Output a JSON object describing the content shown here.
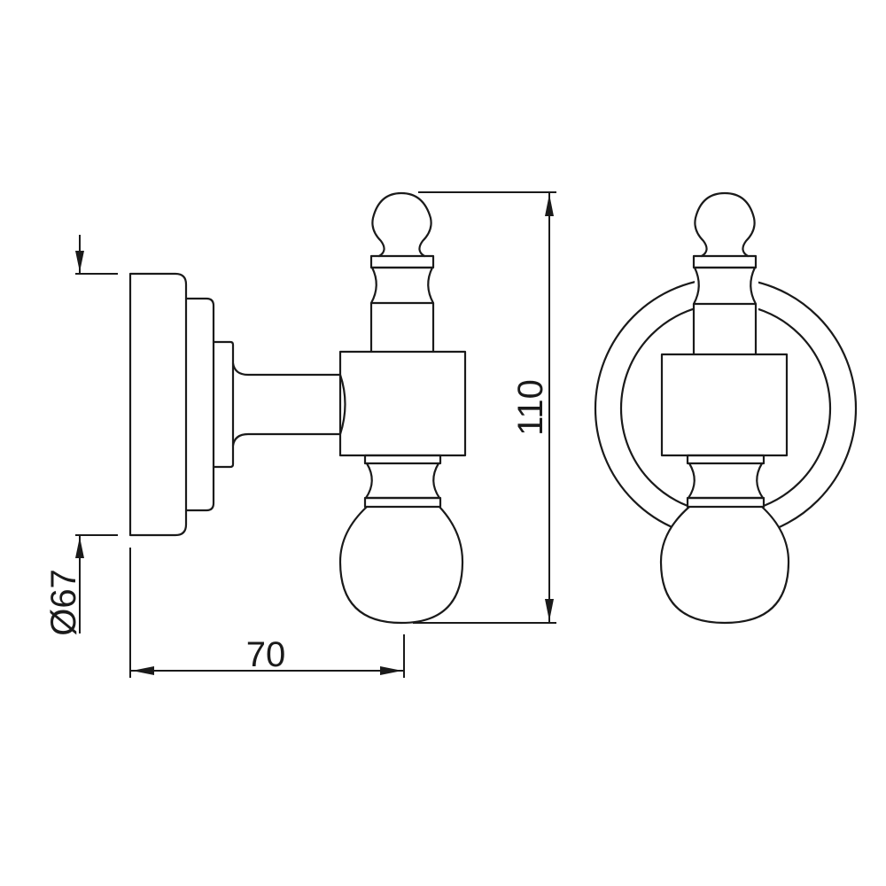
{
  "drawing": {
    "title": "Robe hook technical drawing",
    "views": [
      "side-view",
      "front-view"
    ],
    "line_color": "#1a1a1a",
    "background": "#ffffff"
  },
  "dimensions": {
    "height": {
      "label": "110",
      "unit": "mm",
      "orientation": "vertical"
    },
    "depth": {
      "label": "70",
      "unit": "mm",
      "orientation": "horizontal"
    },
    "base_diameter": {
      "label": "Ø67",
      "unit": "mm",
      "orientation": "vertical"
    }
  }
}
